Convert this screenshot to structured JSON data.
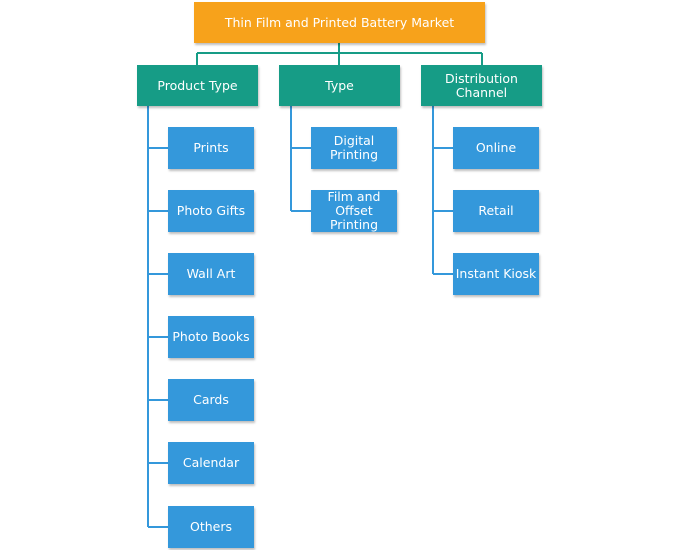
{
  "root": {
    "label": "Thin Film and Printed Battery Market"
  },
  "categories": [
    {
      "label": "Product Type",
      "items": [
        "Prints",
        "Photo Gifts",
        "Wall Art",
        "Photo Books",
        "Cards",
        "Calendar",
        "Others"
      ]
    },
    {
      "label": "Type",
      "items": [
        "Digital Printing",
        "Film and\nOffset Printing"
      ]
    },
    {
      "label": "Distribution Channel",
      "items": [
        "Online",
        "Retail",
        "Instant Kiosk"
      ]
    }
  ],
  "colors": {
    "root": "#f7a21b",
    "category": "#169c86",
    "leaf": "#3498db",
    "root_connector": "#169c86",
    "leaf_connector": "#3498db"
  }
}
